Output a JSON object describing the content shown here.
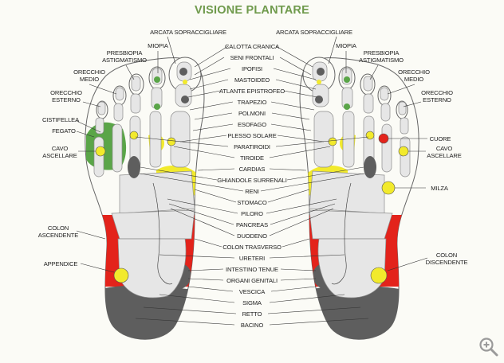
{
  "title": "VISIONE PLANTARE",
  "colors": {
    "title": "#6f9a4c",
    "red": "#e3231b",
    "yellow": "#f2ea2c",
    "green": "#5aa548",
    "gray": "#5e5e5e",
    "bone": "#e6e6e6"
  },
  "center_labels": [
    "CALOTTA CRANICA",
    "SENI FRONTALI",
    "IPOFISI",
    "MASTOIDEO",
    "ATLANTE EPISTROFEO",
    "TRAPEZIO",
    "POLMONI",
    "ESOFAGO",
    "PLESSO SOLARE",
    "PARATIROIDI",
    "TIROIDE",
    "CARDIAS",
    "GHIANDOLE SURRENALI",
    "RENI",
    "STOMACO",
    "PILORO",
    "PANCREAS",
    "DUODENO",
    "COLON TRASVERSO",
    "URETERI",
    "INTESTINO TENUE",
    "ORGANI GENITALI",
    "VESCICA",
    "SIGMA",
    "RETTO",
    "BACINO"
  ],
  "left_labels": {
    "arcata": "ARCATA SOPRACCIGLIARE",
    "miopia": "MIOPIA",
    "presbiopia_1": "PRESBIOPIA",
    "presbiopia_2": "ASTIGMATISMO",
    "orecchio_medio_1": "ORECCHIO",
    "orecchio_medio_2": "MEDIO",
    "orecchio_esterno_1": "ORECCHIO",
    "orecchio_esterno_2": "ESTERNO",
    "cistifellea": "CISTIFELLEA",
    "fegato": "FEGATO",
    "cavo_1": "CAVO",
    "cavo_2": "ASCELLARE",
    "colon_1": "COLON",
    "colon_2": "ASCENDENTE",
    "appendice": "APPENDICE"
  },
  "right_labels": {
    "arcata": "ARCATA SOPRACCIGLIARE",
    "miopia": "MIOPIA",
    "presbiopia_1": "PRESBIOPIA",
    "presbiopia_2": "ASTIGMATISMO",
    "orecchio_medio_1": "ORECCHIO",
    "orecchio_medio_2": "MEDIO",
    "orecchio_esterno_1": "ORECCHIO",
    "orecchio_esterno_2": "ESTERNO",
    "cuore": "CUORE",
    "cavo_1": "CAVO",
    "cavo_2": "ASCELLARE",
    "milza": "MILZA",
    "colon_1": "COLON",
    "colon_2": "DISCENDENTE"
  },
  "icons": {
    "zoom": "zoom-in-icon"
  }
}
